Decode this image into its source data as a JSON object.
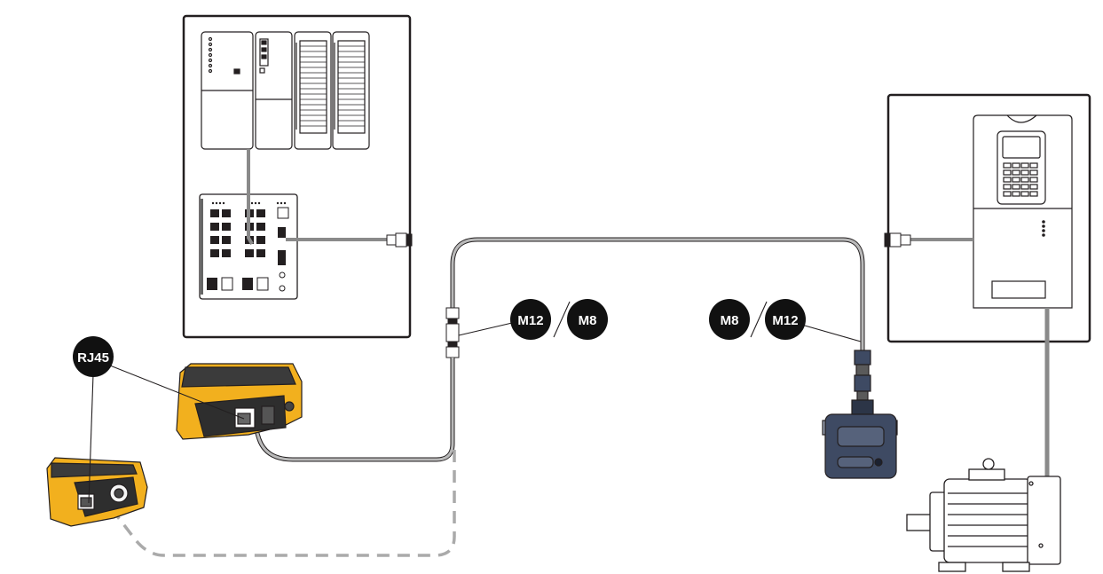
{
  "labels": {
    "rj45": "RJ45",
    "left_m12": "M12",
    "left_m8": "M8",
    "right_m8": "M8",
    "right_m12": "M12"
  },
  "colors": {
    "outline": "#231f20",
    "cable": "#8a8a8a",
    "cable_light": "#b9b9b9",
    "tester_yellow": "#f2b01e",
    "tester_dark": "#3b3b3b",
    "sensor_blue": "#3e4a63",
    "badge": "#111111"
  },
  "icons": [
    "controller-cabinet",
    "plc-rack",
    "network-switch",
    "drive-cabinet",
    "vfd-drive",
    "electric-motor",
    "io-sensor",
    "network-tester",
    "cable-tester"
  ]
}
